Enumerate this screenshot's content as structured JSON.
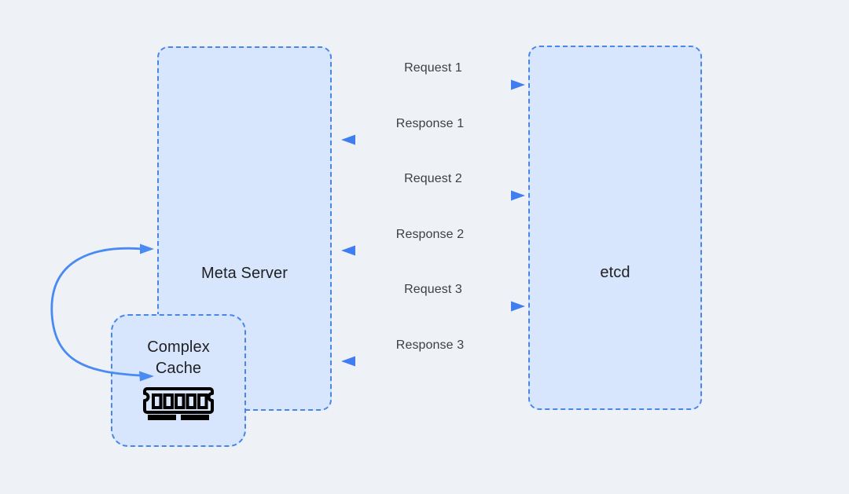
{
  "diagram": {
    "title": "Meta Server etcd request/response flow with Complex Cache",
    "background_color": "#eef2f7",
    "node_fill_color": "#d8e6fd",
    "node_border_color": "#4a86e8",
    "arrow_color": "#3f7df0",
    "label_color": "#3c4043"
  },
  "nodes": [
    {
      "id": "meta-server",
      "label": "Meta Server"
    },
    {
      "id": "etcd",
      "label": "etcd"
    },
    {
      "id": "complex-cache",
      "label": "Complex\nCache",
      "icon": "ram-module-icon"
    }
  ],
  "messages": [
    {
      "id": "request-1",
      "label": "Request 1",
      "direction": "right"
    },
    {
      "id": "response-1",
      "label": "Response 1",
      "direction": "left"
    },
    {
      "id": "request-2",
      "label": "Request 2",
      "direction": "right"
    },
    {
      "id": "response-2",
      "label": "Response 2",
      "direction": "left"
    },
    {
      "id": "request-3",
      "label": "Request 3",
      "direction": "right"
    },
    {
      "id": "response-3",
      "label": "Response 3",
      "direction": "left"
    }
  ],
  "connectors": [
    {
      "id": "cache-link",
      "from": "meta-server",
      "to": "complex-cache",
      "style": "curved-double-arrow"
    }
  ]
}
